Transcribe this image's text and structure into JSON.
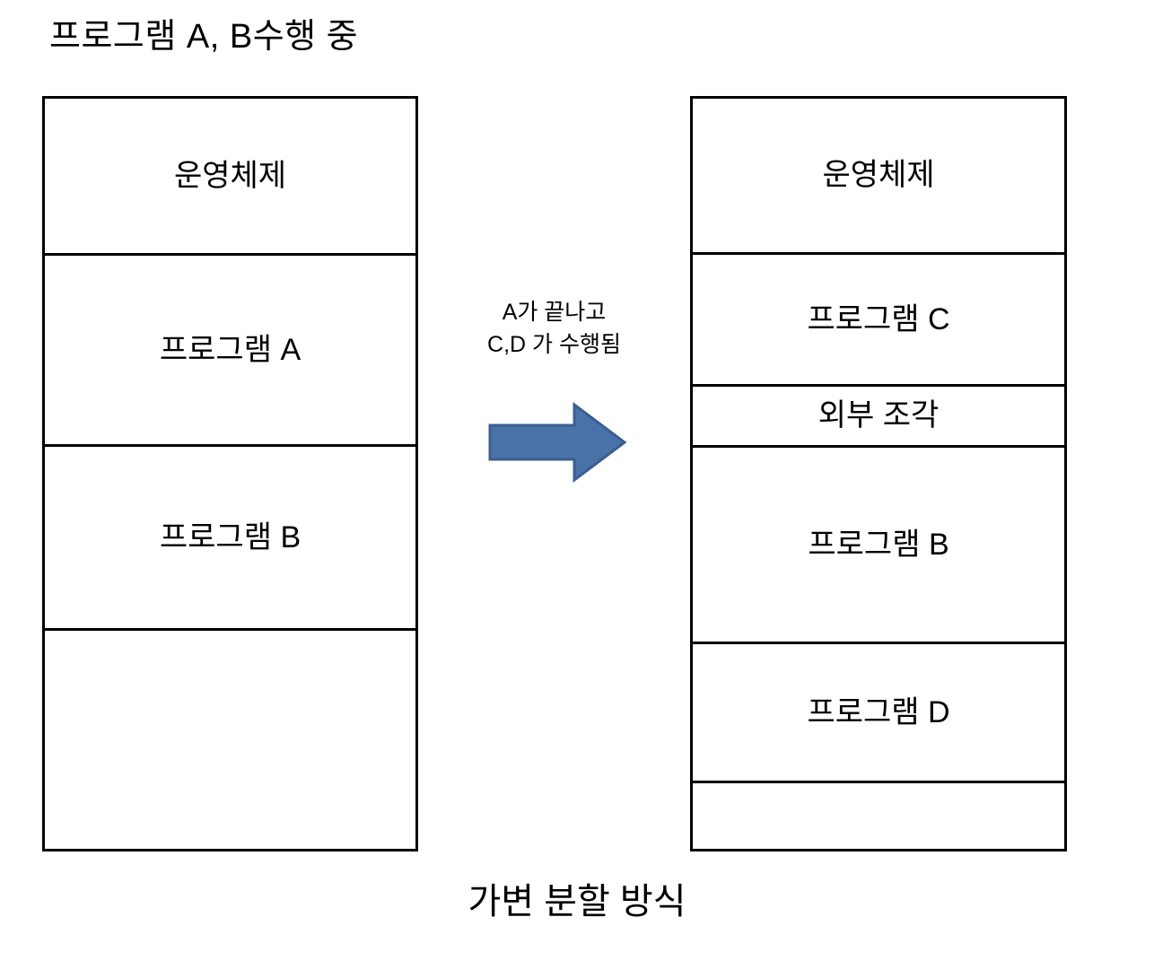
{
  "title": "프로그램 A, B수행 중",
  "bottom_caption": "가변 분할 방식",
  "transition": {
    "caption_line1": "A가 끝나고",
    "caption_line2": "C,D 가 수행됨",
    "arrow_icon": "right-arrow-icon",
    "arrow_fill": "#4A72A8",
    "arrow_stroke": "#3A5F8F"
  },
  "memory_before": {
    "label": "프로그램 A, B수행 중",
    "rows": [
      {
        "label": "운영체제",
        "height_pct": 20.9
      },
      {
        "label": "프로그램 A",
        "height_pct": 25.5
      },
      {
        "label": "프로그램 B",
        "height_pct": 24.5
      },
      {
        "label": "",
        "height_pct": 29.1
      }
    ]
  },
  "memory_after": {
    "label": "가변 분할 방식",
    "rows": [
      {
        "label": "운영체제",
        "height_pct": 20.8
      },
      {
        "label": "프로그램 C",
        "height_pct": 17.6
      },
      {
        "label": "외부 조각",
        "height_pct": 8.1
      },
      {
        "label": "프로그램 B",
        "height_pct": 26.2
      },
      {
        "label": "프로그램 D",
        "height_pct": 18.6
      },
      {
        "label": "",
        "height_pct": 8.7
      }
    ]
  },
  "colors": {
    "background": "#ffffff",
    "outline": "#000000",
    "text": "#000000"
  }
}
